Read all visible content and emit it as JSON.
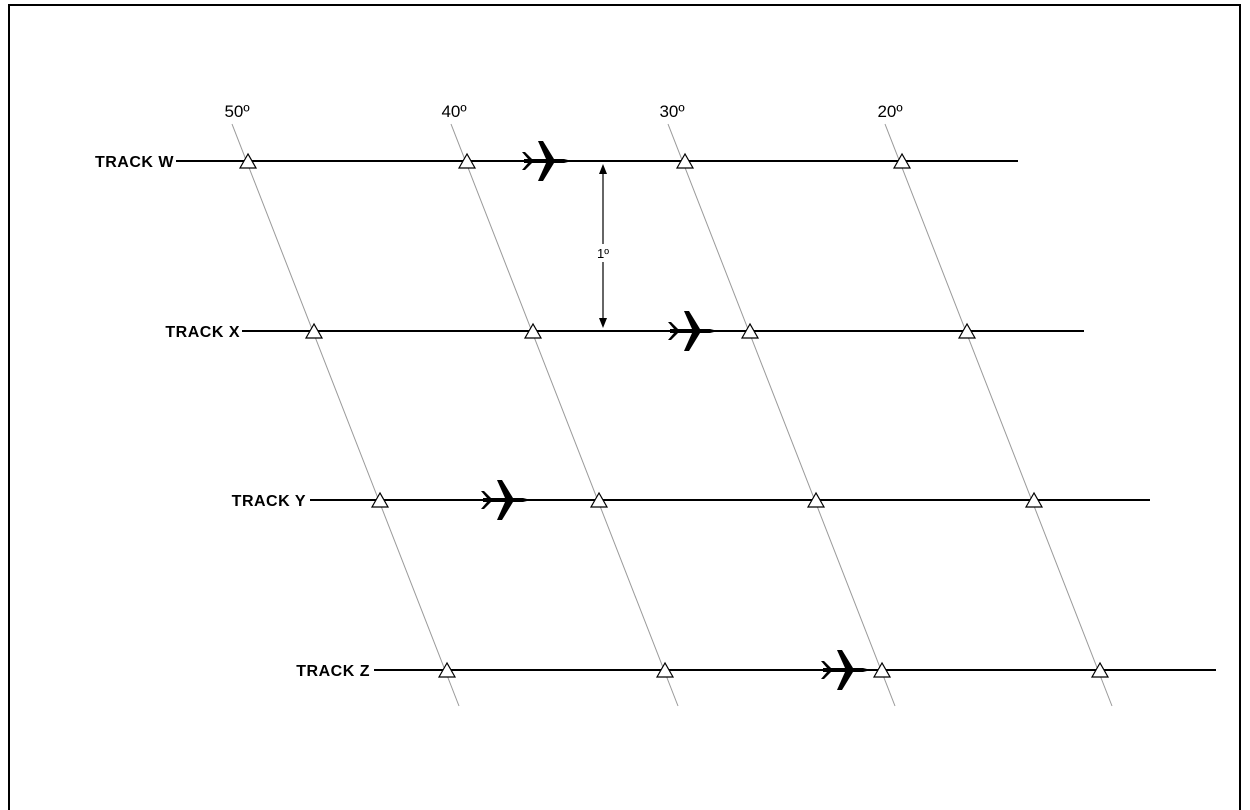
{
  "diagram": {
    "meridians": [
      {
        "label": "50º"
      },
      {
        "label": "40º"
      },
      {
        "label": "30º"
      },
      {
        "label": "20º"
      }
    ],
    "tracks": [
      {
        "label": "TRACK W"
      },
      {
        "label": "TRACK X"
      },
      {
        "label": "TRACK Y"
      },
      {
        "label": "TRACK Z"
      }
    ],
    "separation_label": "1º",
    "icons": {
      "aircraft": "airplane-icon",
      "waypoint": "triangle-waypoint-icon"
    },
    "colors": {
      "track_line": "#000000",
      "meridian_line": "#999999",
      "waypoint_fill": "#ffffff"
    }
  }
}
